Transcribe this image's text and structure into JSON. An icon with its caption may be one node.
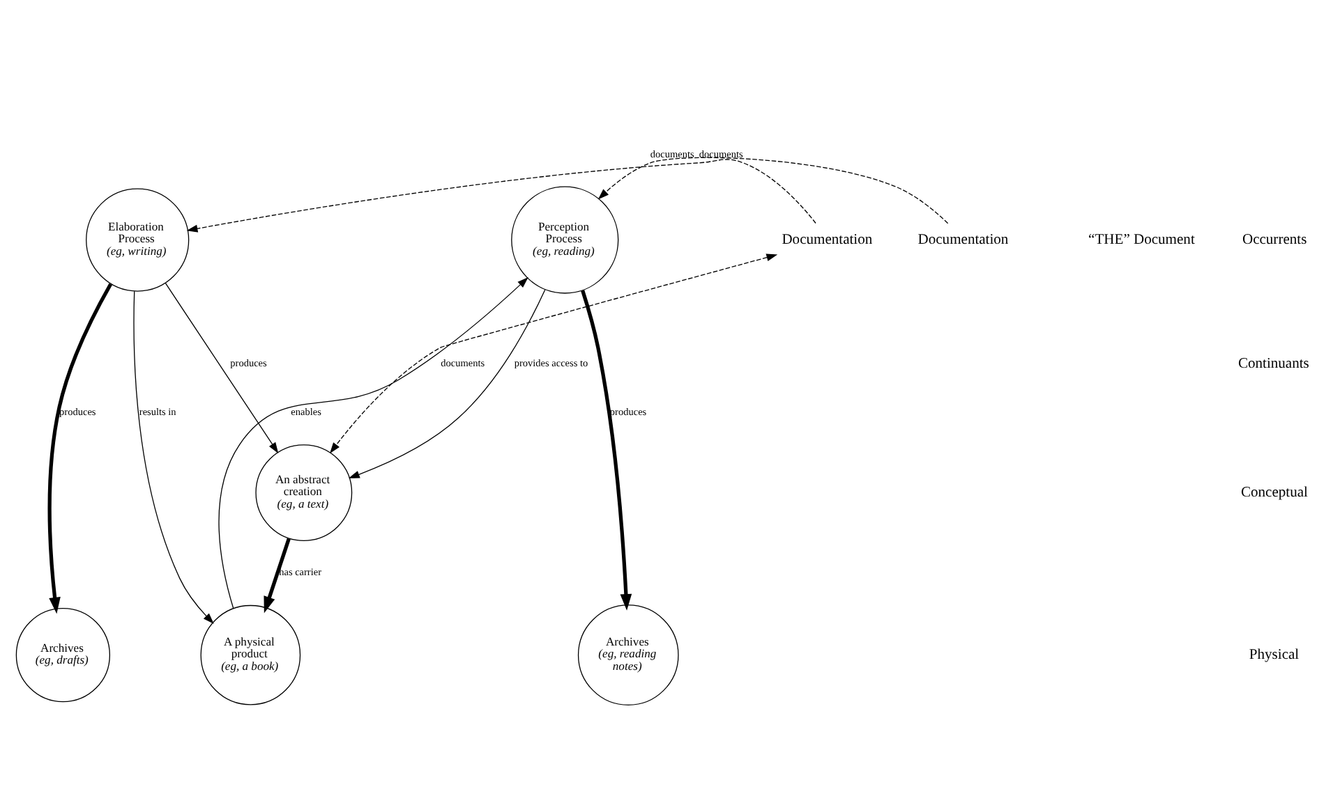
{
  "diagram": {
    "nodes": [
      {
        "text": [
          "Elaboration Process",
          "(eg, writing)"
        ]
      },
      {
        "text": [
          "Perception Process",
          "(eg, reading)"
        ]
      },
      {
        "text": [
          "An abstract creation",
          "(eg, a text)"
        ]
      },
      {
        "text": [
          "Archives",
          "(eg, drafts)"
        ]
      },
      {
        "text": [
          "A physical product",
          "(eg, a book)"
        ]
      },
      {
        "text": [
          "Archives",
          "(eg, reading notes)"
        ]
      },
      {
        "text": [
          "Documentation"
        ]
      },
      {
        "text": [
          "Documentation"
        ]
      }
    ],
    "edges": [
      {
        "from": 0,
        "to": 2,
        "arrow": "to",
        "label": "produces"
      },
      {
        "from": 0,
        "to": 4,
        "arrow": "to",
        "label": "results in"
      },
      {
        "from": 0,
        "to": 3,
        "arrow": "to",
        "label": "produces",
        "style": "thick"
      },
      {
        "from": 1,
        "to": 2,
        "arrow": "to",
        "label": "provides access to"
      },
      {
        "from": 2,
        "to": 4,
        "arrow": "to",
        "label": "has carrier",
        "style": "thick"
      },
      {
        "from": 4,
        "to": 1,
        "arrow": "to",
        "label": "enables"
      },
      {
        "from": 1,
        "to": 5,
        "arrow": "to",
        "label": "produces",
        "style": "thick"
      },
      {
        "from": 6,
        "to": 0,
        "arrow": "to",
        "label": "documents",
        "style": "dashed"
      },
      {
        "from": 6,
        "to": 2,
        "arrow": "both",
        "label": "documents",
        "style": "dashed"
      },
      {
        "from": 7,
        "to": 1,
        "arrow": "to",
        "label": "documents",
        "style": "dashed"
      }
    ],
    "labels": [
      "Occurrents",
      "Continuants",
      "Conceptual",
      "Physical",
      "“THE” Document"
    ]
  }
}
